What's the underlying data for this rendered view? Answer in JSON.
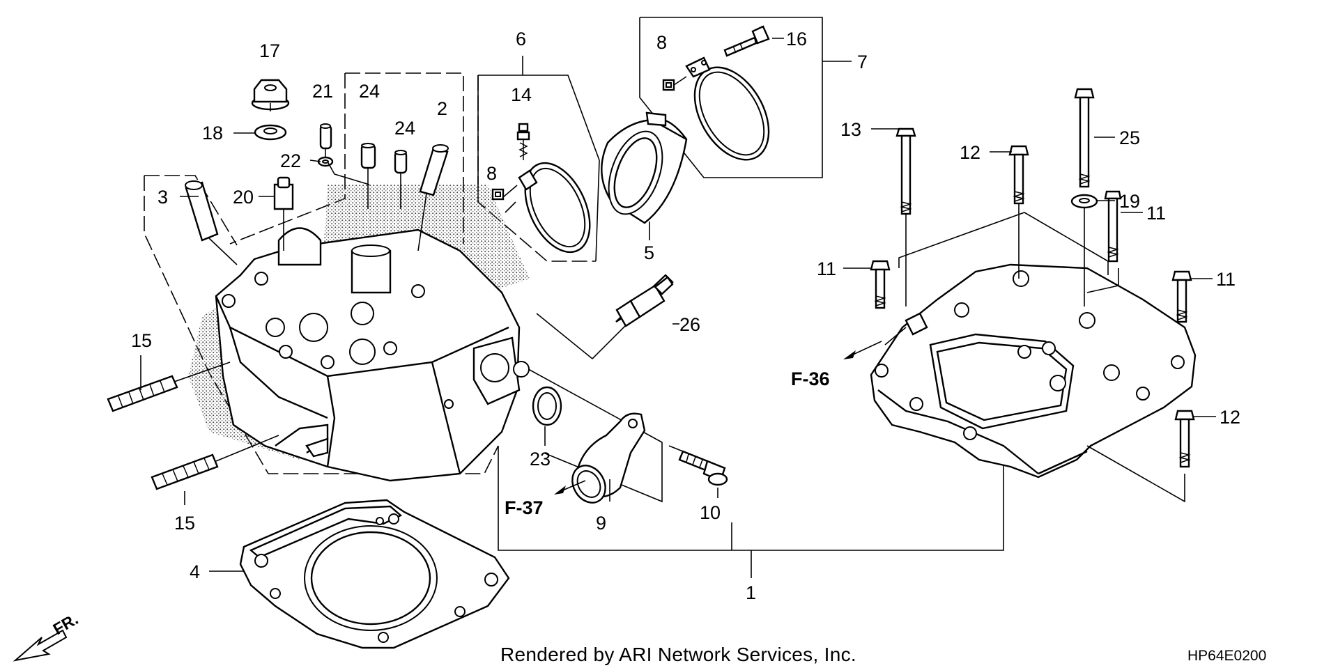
{
  "callouts": {
    "c1": "1",
    "c2": "2",
    "c3": "3",
    "c4": "4",
    "c5": "5",
    "c6": "6",
    "c7": "7",
    "c8a": "8",
    "c8b": "8",
    "c9": "9",
    "c10": "10",
    "c11a": "11",
    "c11b": "11",
    "c11c": "11",
    "c12a": "12",
    "c12b": "12",
    "c13": "13",
    "c14": "14",
    "c15a": "15",
    "c15b": "15",
    "c16": "16",
    "c17": "17",
    "c18": "18",
    "c19": "19",
    "c20": "20",
    "c21": "21",
    "c22": "22",
    "c23": "23",
    "c24a": "24",
    "c24b": "24",
    "c25": "25",
    "c26": "26"
  },
  "refs": {
    "f36": "F-36",
    "f37": "F-37",
    "fr": "FR."
  },
  "footer": {
    "credit": "Rendered by ARI Network Services, Inc.",
    "code": "HP64E0200"
  }
}
